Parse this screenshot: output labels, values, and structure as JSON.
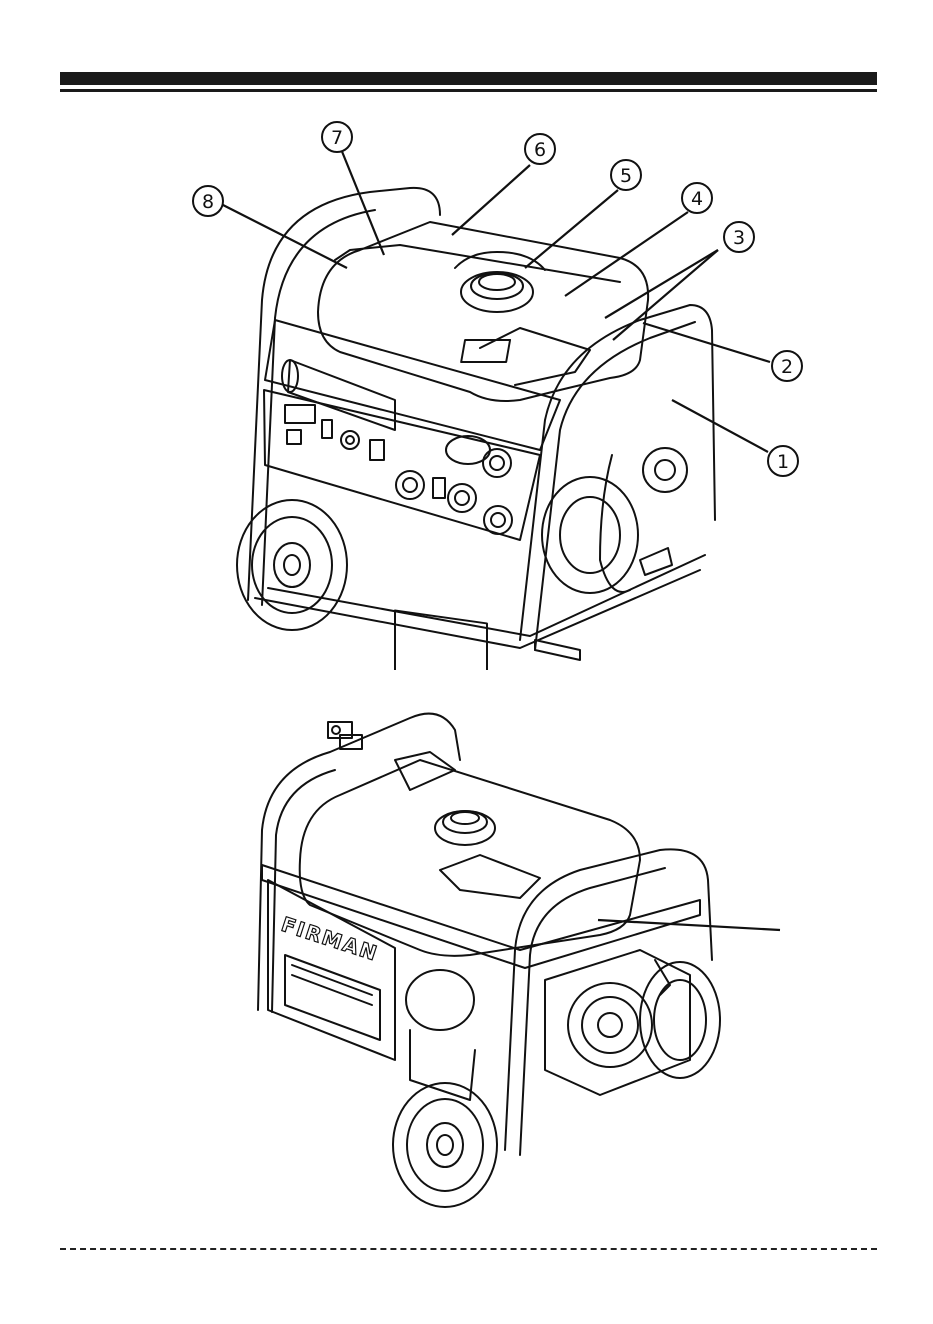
{
  "figure_top": {
    "callouts": [
      {
        "num": "1",
        "label": "①"
      },
      {
        "num": "2",
        "label": "②"
      },
      {
        "num": "3",
        "label": "③"
      },
      {
        "num": "4",
        "label": "④"
      },
      {
        "num": "5",
        "label": "⑤"
      },
      {
        "num": "6",
        "label": "⑥"
      },
      {
        "num": "7",
        "label": "⑦"
      },
      {
        "num": "8",
        "label": "⑧"
      }
    ]
  },
  "figure_bottom": {
    "brand_text": "FIRMAN"
  }
}
